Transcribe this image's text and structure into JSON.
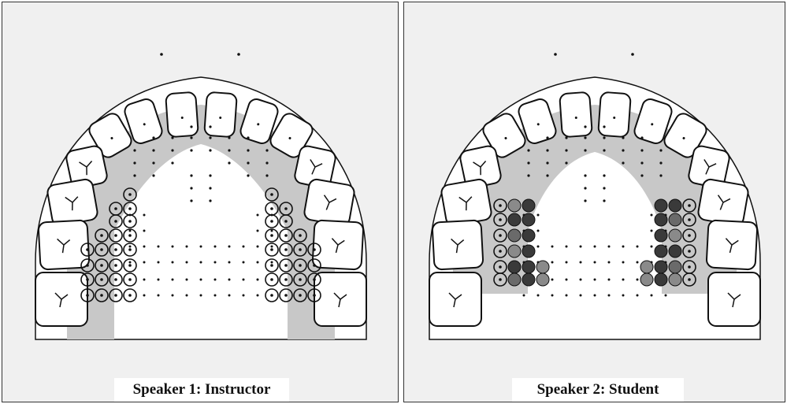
{
  "panels": [
    {
      "id": "instructor",
      "caption": "Speaker 1: Instructor"
    },
    {
      "id": "student",
      "caption": "Speaker 2: Student"
    }
  ],
  "colors": {
    "background": "#f0f0f0",
    "palate_shade": "#c8c8c8",
    "contact_dark": "#3a3a3a",
    "contact_medium": "#6a6a6a",
    "contact_light": "#8a8a8a",
    "outline": "#111111"
  }
}
